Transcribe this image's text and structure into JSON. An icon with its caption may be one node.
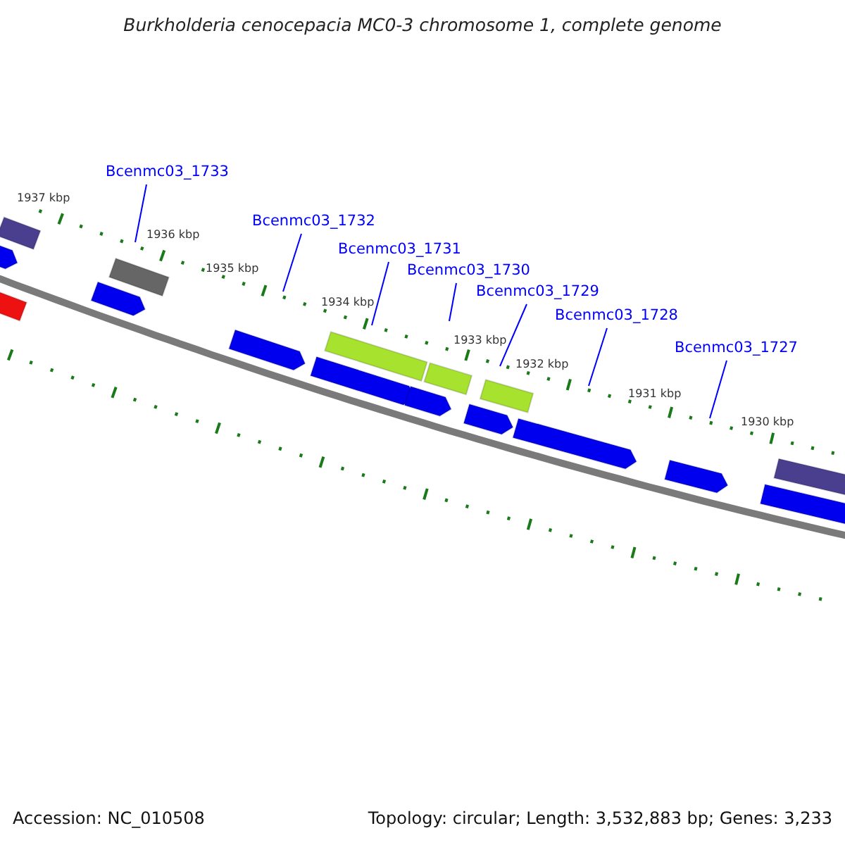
{
  "diagram": {
    "title": "Burkholderia cenocepacia MC0-3 chromosome 1, complete genome",
    "nodes": [
      {
        "text": [
          "Bcenmc03_1733"
        ]
      },
      {
        "text": [
          "Bcenmc03_1732"
        ]
      },
      {
        "text": [
          "Bcenmc03_1731"
        ]
      },
      {
        "text": [
          "Bcenmc03_1730"
        ]
      },
      {
        "text": [
          "Bcenmc03_1729"
        ]
      },
      {
        "text": [
          "Bcenmc03_1728"
        ]
      },
      {
        "text": [
          "Bcenmc03_1727"
        ]
      }
    ],
    "edges": [
      {
        "from": 0,
        "to": null,
        "arrow": "none"
      },
      {
        "from": 1,
        "to": null,
        "arrow": "none"
      },
      {
        "from": 2,
        "to": null,
        "arrow": "none"
      },
      {
        "from": 3,
        "to": null,
        "arrow": "none"
      },
      {
        "from": 4,
        "to": null,
        "arrow": "none"
      },
      {
        "from": 5,
        "to": null,
        "arrow": "none"
      },
      {
        "from": 6,
        "to": null,
        "arrow": "none"
      }
    ],
    "labels": [
      "1937 kbp",
      "1936 kbp",
      "1935 kbp",
      "1934 kbp",
      "1933 kbp",
      "1932 kbp",
      "1931 kbp",
      "1930 kbp",
      "Accession: NC_010508",
      "Topology: circular; Length: 3,532,883 bp; Genes: 3,233"
    ]
  }
}
